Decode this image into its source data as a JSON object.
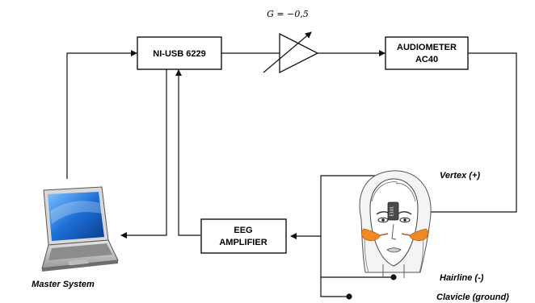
{
  "blocks": {
    "ni_usb": "NI-USB 6229",
    "audiometer_line1": "AUDIOMETER",
    "audiometer_line2": "AC40",
    "eeg_line1": "EEG",
    "eeg_line2": "AMPLIFIER"
  },
  "gain_label": "G = −0,5",
  "electrodes": {
    "vertex": "Vertex (+)",
    "hairline": "Hairline (-)",
    "clavicle": "Clavicle (ground)"
  },
  "laptop_label": "Master System",
  "earphone_tag": "E101"
}
